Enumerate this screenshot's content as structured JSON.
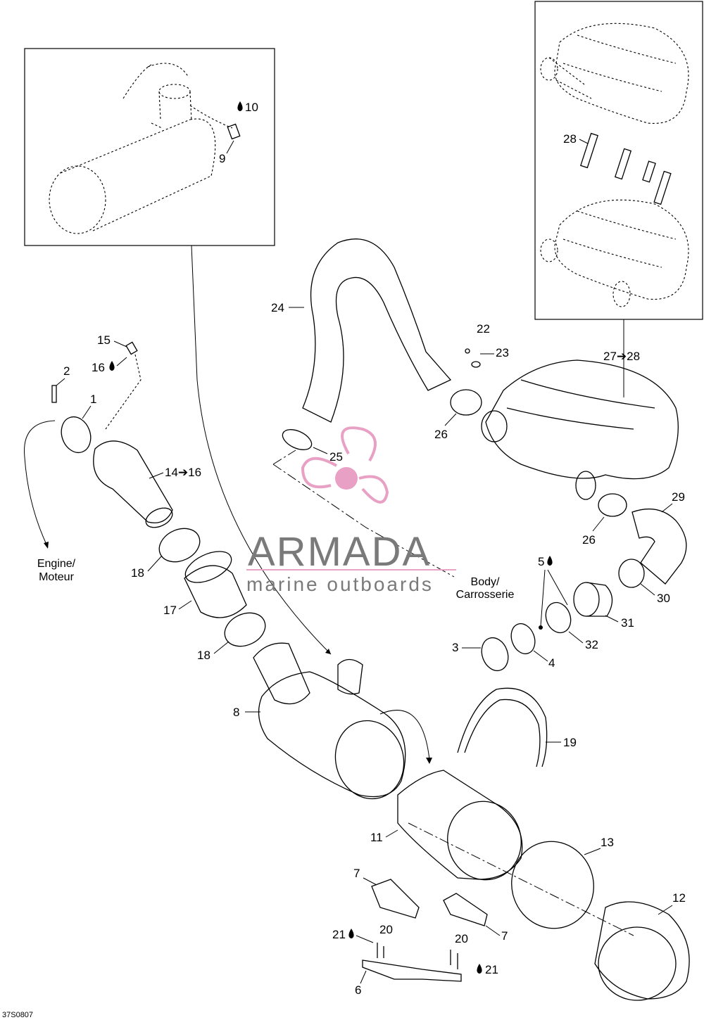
{
  "diagram": {
    "drawing_code": "37S0807",
    "labels": {
      "engine": [
        "Engine/",
        "Moteur"
      ],
      "body": [
        "Body/",
        "Carrosserie"
      ]
    },
    "callouts": {
      "c1": "1",
      "c2": "2",
      "c3": "3",
      "c4": "4",
      "c5": "5",
      "c6": "6",
      "c7a": "7",
      "c7b": "7",
      "c8": "8",
      "c9": "9",
      "c10": "10",
      "c11": "11",
      "c12": "12",
      "c13": "13",
      "c14_16": "14➔16",
      "c15": "15",
      "c16": "16",
      "c17": "17",
      "c18a": "18",
      "c18b": "18",
      "c19": "19",
      "c20a": "20",
      "c20b": "20",
      "c21a": "21",
      "c21b": "21",
      "c22": "22",
      "c23": "23",
      "c24": "24",
      "c25": "25",
      "c26a": "26",
      "c26b": "26",
      "c27_28": "27➔28",
      "c28": "28",
      "c29": "29",
      "c30": "30",
      "c31": "31",
      "c32": "32"
    }
  },
  "watermark": {
    "title": "ARMADA",
    "subtitle": "marine outboards",
    "colors": {
      "text": "#7a7a7a",
      "accent": "#e8a0c4",
      "line": "#e9a3c6"
    }
  }
}
